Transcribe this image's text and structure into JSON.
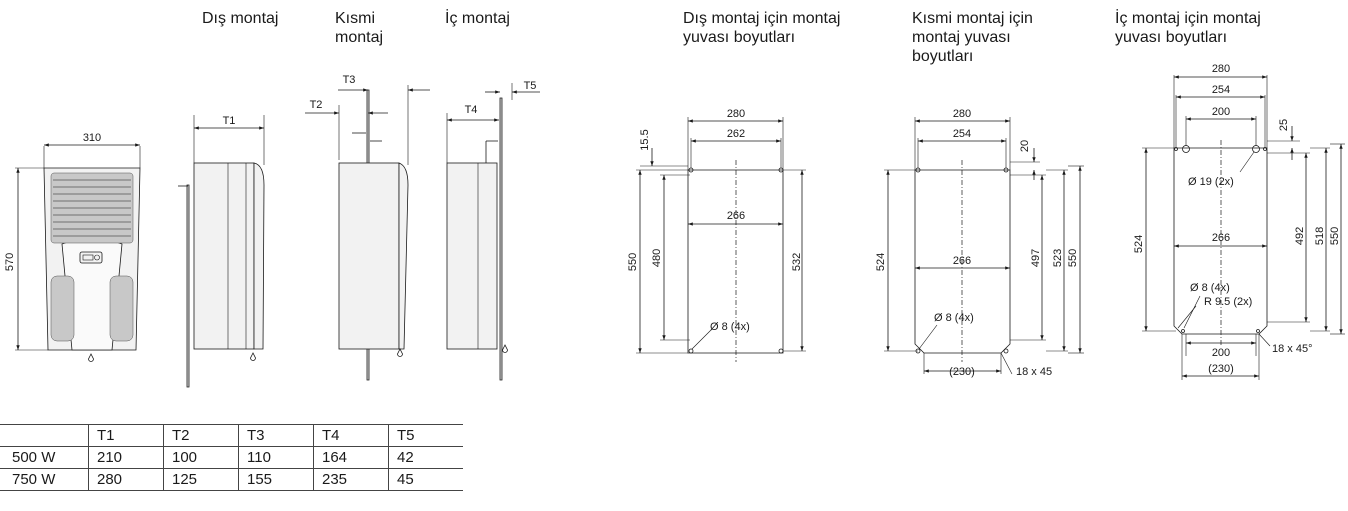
{
  "headers": {
    "dis_montaj": "Dış montaj",
    "kismi_montaj": [
      "Kısmi",
      "montaj"
    ],
    "ic_montaj": "İç montaj",
    "dis_yuva": [
      "Dış montaj için montaj",
      "yuvası boyutları"
    ],
    "kismi_yuva": [
      "Kısmi montaj için",
      "montaj yuvası",
      "boyutları"
    ],
    "ic_yuva": [
      "İç montaj için montaj",
      "yuvası boyutları"
    ]
  },
  "front": {
    "width": "310",
    "height": "570"
  },
  "side_labels": {
    "t1": "T1",
    "t2": "T2",
    "t3": "T3",
    "t4": "T4",
    "t5": "T5"
  },
  "cutout1": {
    "w_outer": "280",
    "w_inner": "262",
    "w_mid": "266",
    "top": "15.5",
    "h_outer": "550",
    "h_inner": "480",
    "h_right": "532",
    "hole": "Ø 8 (4x)"
  },
  "cutout2": {
    "w_outer": "280",
    "w_inner": "254",
    "w_mid": "266",
    "top": "20",
    "h_left": "524",
    "h1": "497",
    "h2": "523",
    "h3": "550",
    "hole": "Ø 8 (4x)",
    "bottom": "(230)",
    "chamfer": "18 x 45"
  },
  "cutout3": {
    "w_outer": "280",
    "w_inner": "254",
    "w_top": "200",
    "top": "25",
    "hole_big": "Ø 19 (2x)",
    "w_mid": "266",
    "h_left": "524",
    "h1": "492",
    "h2": "518",
    "h3": "550",
    "hole_small": "Ø 8 (4x)",
    "radius": "R 9.5 (2x)",
    "w_bottom": "200",
    "bottom": "(230)",
    "chamfer": "18 x 45°"
  },
  "table": {
    "header": [
      "",
      "T1",
      "T2",
      "T3",
      "T4",
      "T5"
    ],
    "rows": [
      [
        "500 W",
        "210",
        "100",
        "110",
        "164",
        "42"
      ],
      [
        "750 W",
        "280",
        "125",
        "155",
        "235",
        "45"
      ]
    ]
  }
}
